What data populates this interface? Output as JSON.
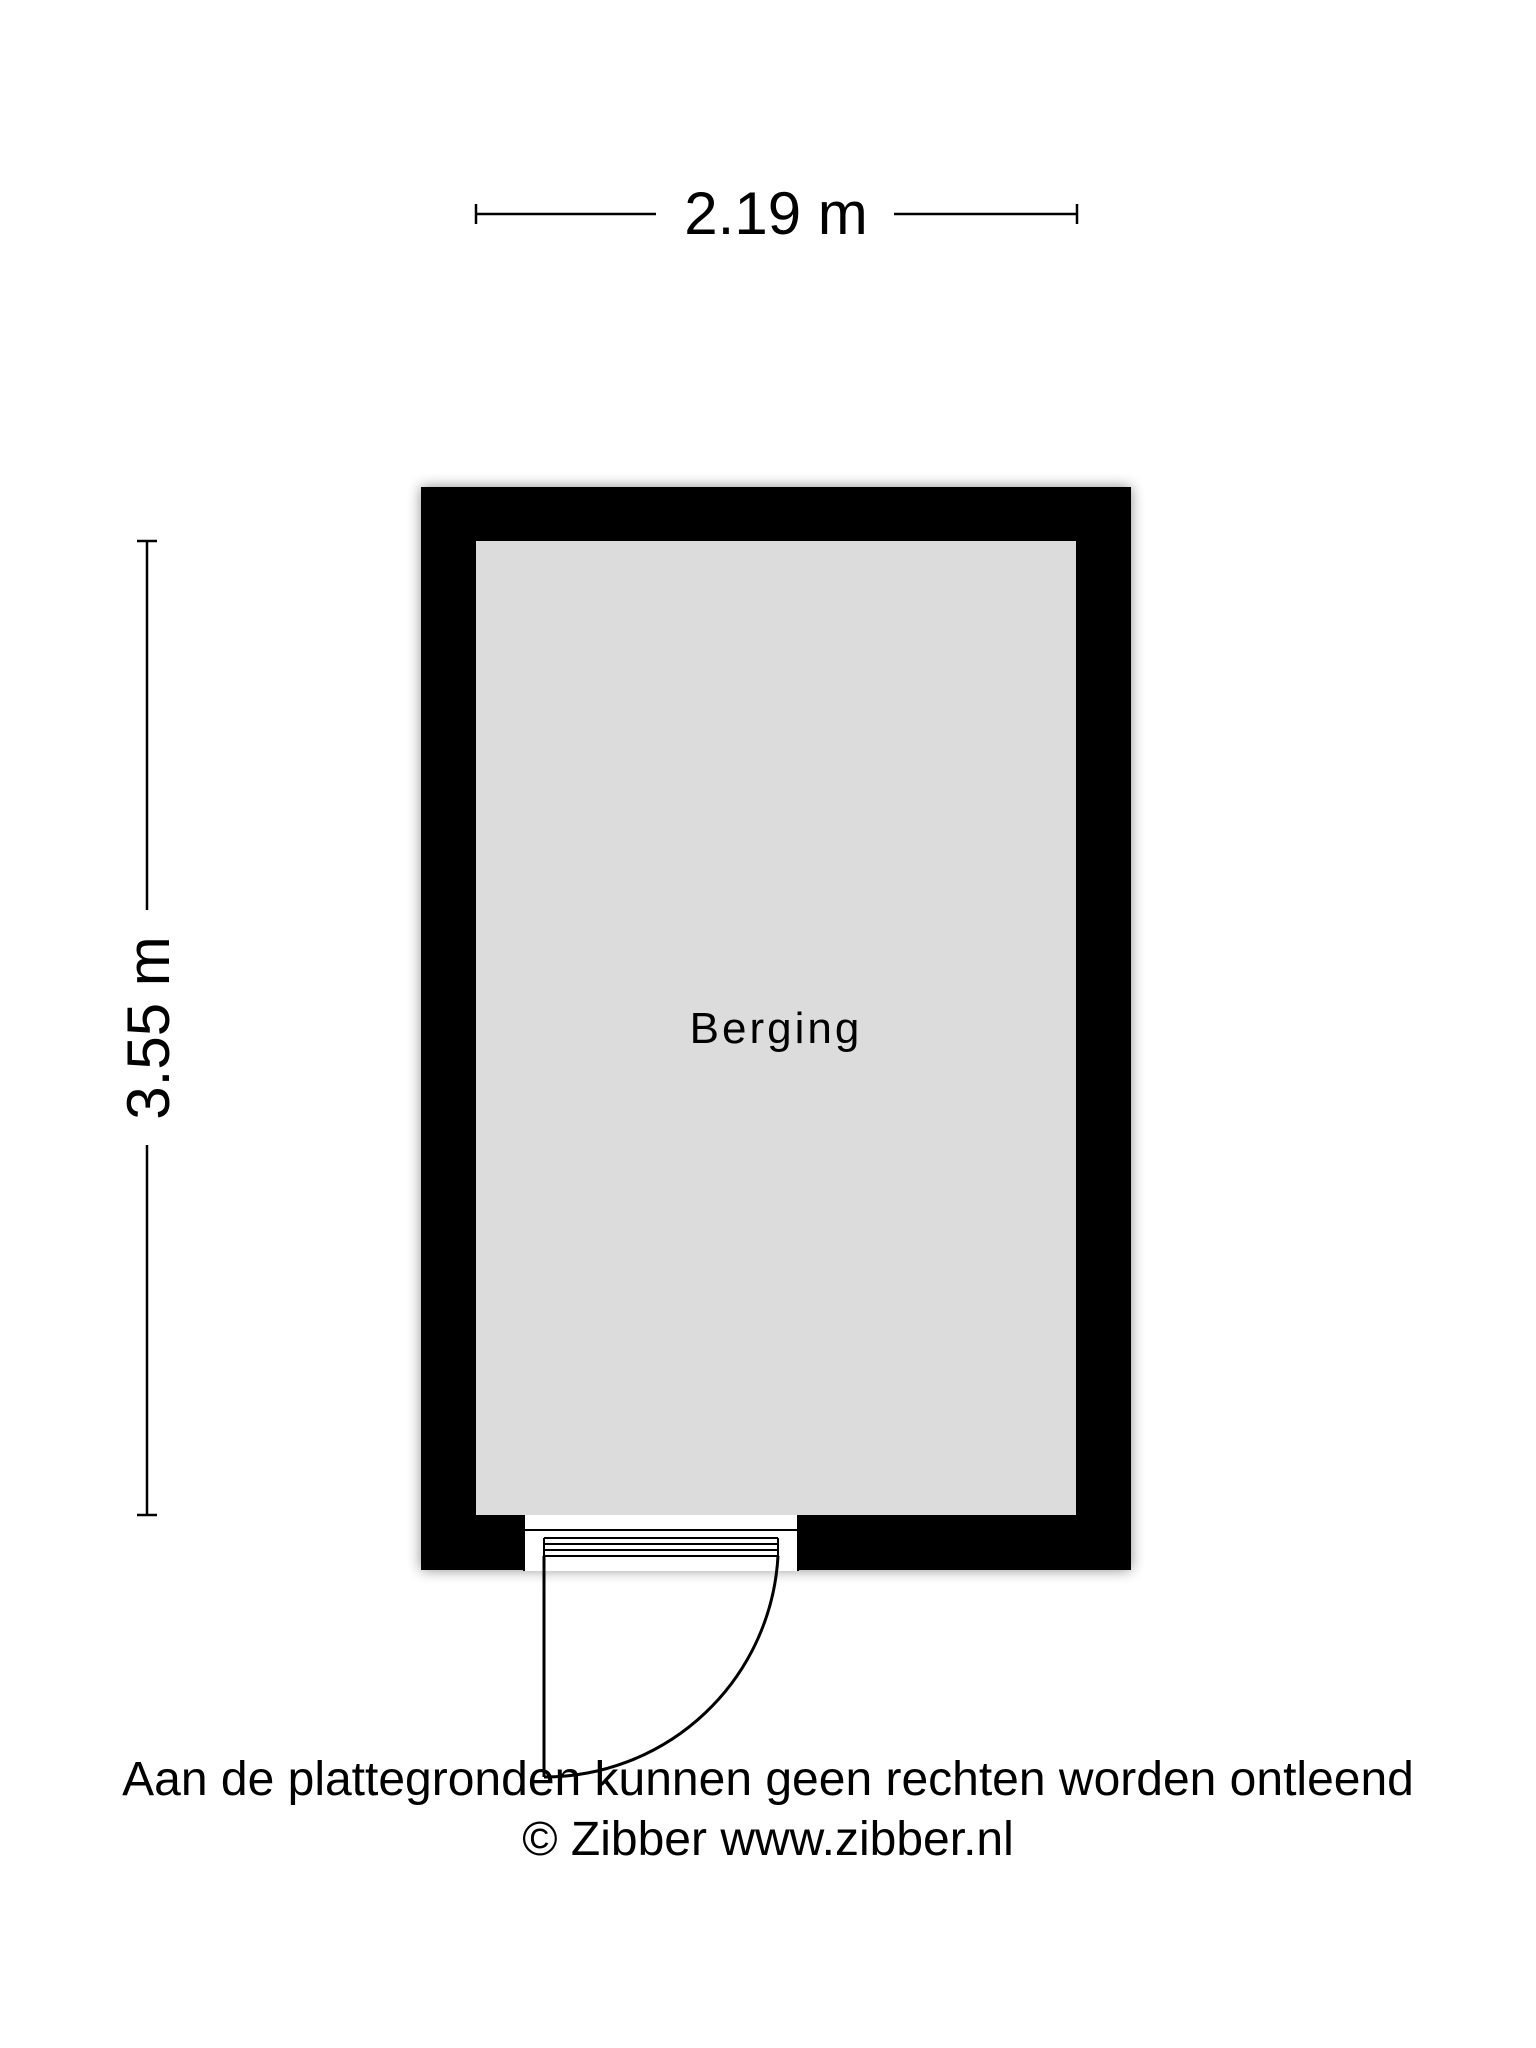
{
  "dimensions": {
    "width_label": "2.19 m",
    "height_label": "3.55 m"
  },
  "room": {
    "name": "Berging"
  },
  "footer": {
    "disclaimer": "Aan de plattegronden kunnen geen rechten worden ontleend",
    "copyright": "© Zibber www.zibber.nl"
  },
  "colors": {
    "wall": "#000000",
    "floor": "#dcdcdc",
    "background": "#ffffff"
  }
}
